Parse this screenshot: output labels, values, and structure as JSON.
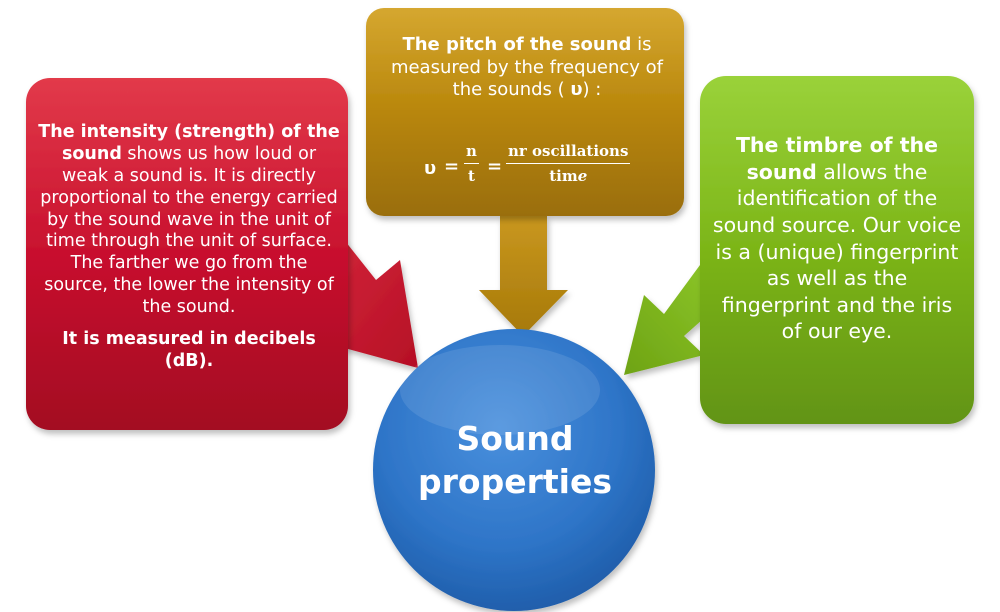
{
  "colors": {
    "red_box": "#c8102e",
    "gold_box": "#b8860b",
    "green_box": "#7cb518",
    "circle": "#2e75c8",
    "text": "#ffffff"
  },
  "center": {
    "label": "Sound properties"
  },
  "intensity_box": {
    "title": "The intensity (strength) of the sound",
    "body": " shows us how loud or weak a sound is. It is directly proportional to the energy carried by the sound wave in the unit of time through the unit of surface. The farther we go from the source, the lower the intensity of the sound.",
    "measure": "It is measured in decibels (dB)."
  },
  "pitch_box": {
    "title": "The pitch of the sound",
    "body": " is measured by the frequency of the sounds ( ",
    "symbol": "υ",
    "body_end": ") :",
    "formula": {
      "lhs": "υ",
      "eq1": "=",
      "frac1_num": "n",
      "frac1_den": "t",
      "eq2": "=",
      "frac2_num": "nr oscillations",
      "frac2_den_a": "tim",
      "frac2_den_b": "e"
    }
  },
  "timbre_box": {
    "title": "The timbre of the sound",
    "body": " allows the identification of the sound source. Our voice is a (unique) fingerprint as well as the fingerprint and the iris of our eye."
  }
}
